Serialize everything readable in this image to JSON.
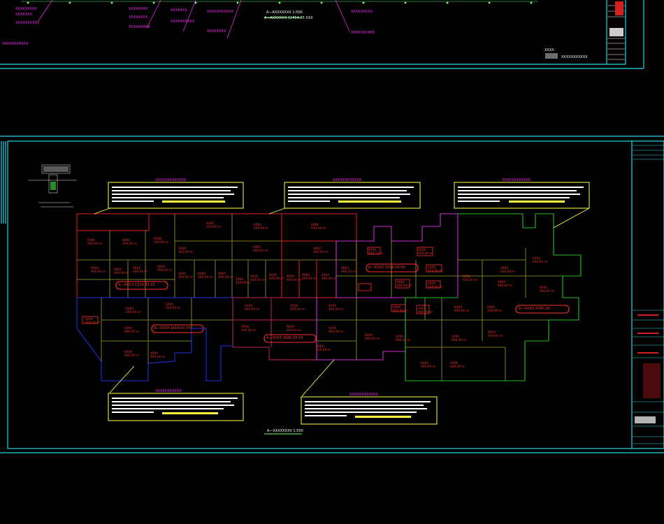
{
  "drawing": {
    "top_sheet": {
      "plan_title_1": "A—AXXXXXXX 1:500",
      "plan_title_2": "A—AXXXXXX 11454.25 XXX",
      "left_note": "XXXXXXXXXXX",
      "legend_title": "XXXX:",
      "legend_label": "XXXXXXXXXXX",
      "magenta_callouts": [
        "XXXXXXXXX",
        "XXXXXXX",
        "XXXXXXXXXX",
        "XXXXXXXX",
        "XXXXXXXX",
        "XXXXXXXXX",
        "XXXXXXX",
        "XXXXXXXXXX",
        "XXXXXXXXXXX",
        "XXXXXXXX",
        "XXXXXXXXX",
        "XXXXXXXXXX"
      ]
    },
    "main_sheet": {
      "plan_title": "A—XXXXXXXX 1:500",
      "zone_labels": [
        {
          "text": "A—XXXX 2324.83 XX"
        },
        {
          "text": "A—XXXX 1414.02 XX"
        },
        {
          "text": "A—XXXX 1880.15 XX"
        },
        {
          "text": "A—XXXX 1516.24 XX"
        },
        {
          "text": "A—XXXX 1947.28"
        }
      ],
      "callout_boxes": [
        {
          "title": "XXXXXXXXXXXXX"
        },
        {
          "title": "XXXXXXXXXXXX"
        },
        {
          "title": "XXXXXXXXXXXX"
        },
        {
          "title": "XXXXXXXXXXX"
        },
        {
          "title": "XXXXXXXXXXXX"
        }
      ],
      "room_label": "XXXX",
      "room_area": "XXX.XX m²"
    },
    "colors": {
      "frame": "#27d7e6",
      "zone_red": "#e02020",
      "zone_blue": "#2030e0",
      "zone_olive": "#a0a020",
      "zone_magenta": "#d030d0",
      "zone_green": "#20c020",
      "text_red": "#ff3030",
      "text_magenta": "#ff2bff",
      "callout_border": "#ffff40"
    }
  }
}
